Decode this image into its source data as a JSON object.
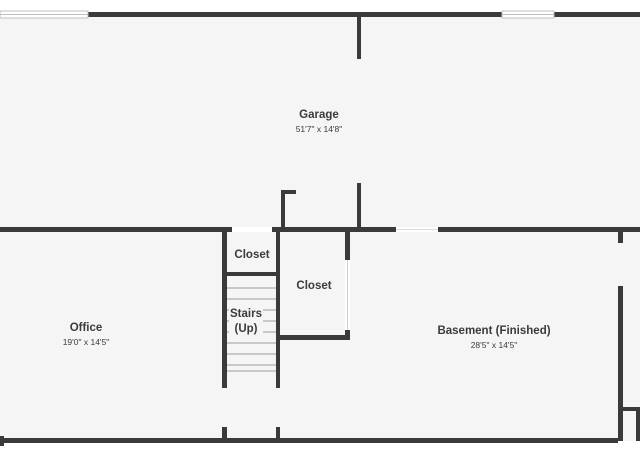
{
  "rooms": {
    "garage": {
      "name": "Garage",
      "dims": "51'7\" x 14'8\""
    },
    "office": {
      "name": "Office",
      "dims": "19'0\" x 14'5\""
    },
    "closet_upper": {
      "name": "Closet"
    },
    "closet_right": {
      "name": "Closet"
    },
    "stairs": {
      "line1": "Stairs",
      "line2": "(Up)"
    },
    "basement": {
      "name": "Basement (Finished)",
      "dims": "28'5\" x 14'5\""
    }
  },
  "colors": {
    "wall": "#3a3a3a",
    "floor": "#f5f5f5",
    "background": "#ffffff",
    "text": "#3b3b3b",
    "opening": "#ffffff",
    "window_frame": "#bfbfbf"
  }
}
